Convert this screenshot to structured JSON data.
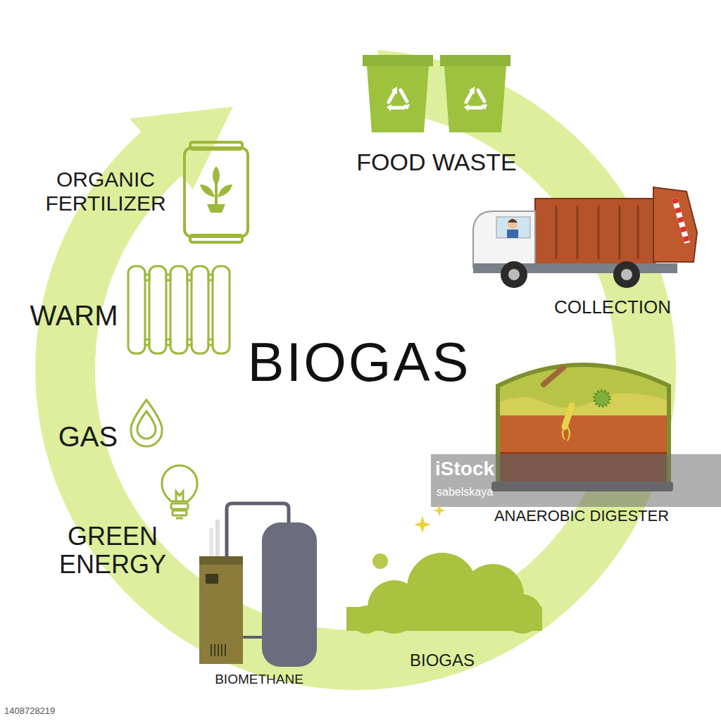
{
  "diagram": {
    "title": "BIOGAS",
    "nodes": [
      {
        "text": [
          "FOOD WASTE"
        ]
      },
      {
        "text": [
          "COLLECTION"
        ]
      },
      {
        "text": [
          "ANAEROBIC DIGESTER"
        ]
      },
      {
        "text": [
          "BIOGAS"
        ]
      },
      {
        "text": [
          "BIOMETHANE"
        ]
      },
      {
        "text": [
          "GREEN ENERGY"
        ]
      },
      {
        "text": [
          "GAS"
        ]
      },
      {
        "text": [
          "WARM"
        ]
      },
      {
        "text": [
          "ORGANIC FERTILIZER"
        ]
      }
    ],
    "labels": [
      "iStock",
      "sabelskaya",
      "1408728219"
    ]
  }
}
